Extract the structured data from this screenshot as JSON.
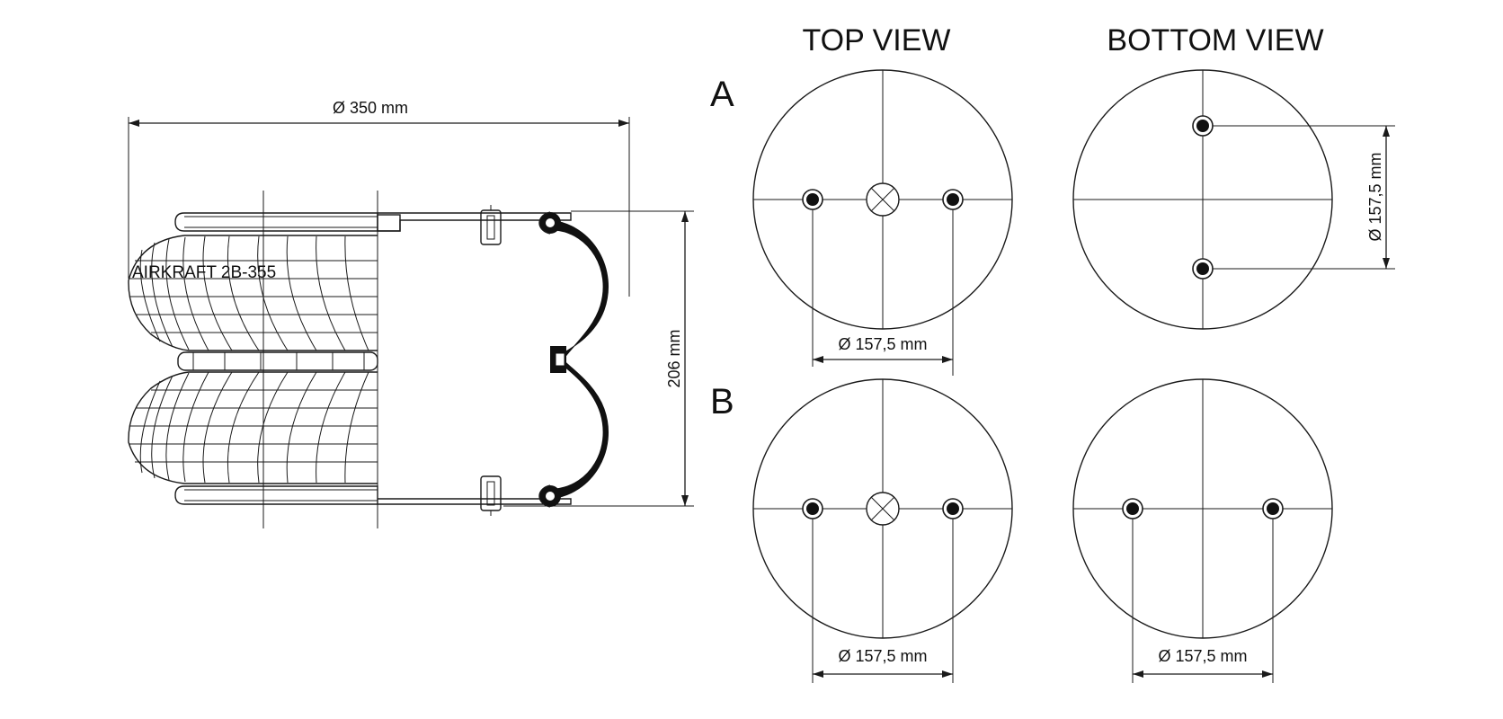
{
  "headings": {
    "top_view": "TOP VIEW",
    "bottom_view": "BOTTOM VIEW"
  },
  "rows": {
    "a": "A",
    "b": "B"
  },
  "side_view": {
    "diameter_label": "Ø 350 mm",
    "height_label": "206 mm",
    "brand_label": "AIRKRAFT 2B-355"
  },
  "plate_dims": {
    "a_top": "Ø 157,5 mm",
    "a_bottom": "Ø 157,5 mm",
    "b_top": "Ø 157,5 mm",
    "b_bottom": "Ø 157,5 mm"
  }
}
